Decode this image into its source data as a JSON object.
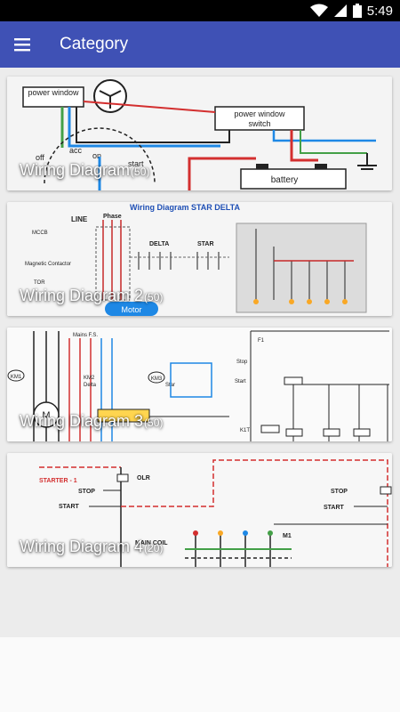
{
  "status_bar": {
    "time": "5:49",
    "icons": [
      "wifi-icon",
      "signal-icon",
      "battery-icon"
    ]
  },
  "app_bar": {
    "title": "Category",
    "menu_icon": "hamburger-menu-icon",
    "color": "#3f51b5"
  },
  "categories": [
    {
      "name": "Wiring Diagram",
      "count": "(50)",
      "thumb_labels": {
        "power_window": "power window",
        "switch_line1": "power window",
        "switch_line2": "switch",
        "battery": "battery",
        "off": "off",
        "acc": "acc",
        "on": "on",
        "start": "start"
      }
    },
    {
      "name": "Wiring Diagram 2",
      "count": "(50)",
      "thumb_labels": {
        "title": "Wiring Diagram STAR DELTA",
        "phase": "Phase",
        "line": "LINE",
        "mccb": "MCCB",
        "magnetic": "Magnetic Contactor",
        "tor": "TOR",
        "delta": "DELTA",
        "star": "STAR",
        "motor": "Motor"
      }
    },
    {
      "name": "Wiring Diagram 3",
      "count": "(50)",
      "thumb_labels": {
        "mains": "Mains F.S.",
        "km1": "KM1",
        "km2": "KM2",
        "km3": "KM3",
        "delta": "Delta",
        "star": "Star",
        "m": "M",
        "f1": "F1",
        "stop": "Stop",
        "start": "Start",
        "k1t": "K1T"
      }
    },
    {
      "name": "Wiring Diagram 4",
      "count": "(20)",
      "thumb_labels": {
        "starter": "STARTER - 1",
        "olr": "OLR",
        "stop1": "STOP",
        "start1": "START",
        "stop2": "STOP",
        "start2": "START",
        "main_coil": "MAIN COIL",
        "m1": "M1"
      }
    }
  ]
}
